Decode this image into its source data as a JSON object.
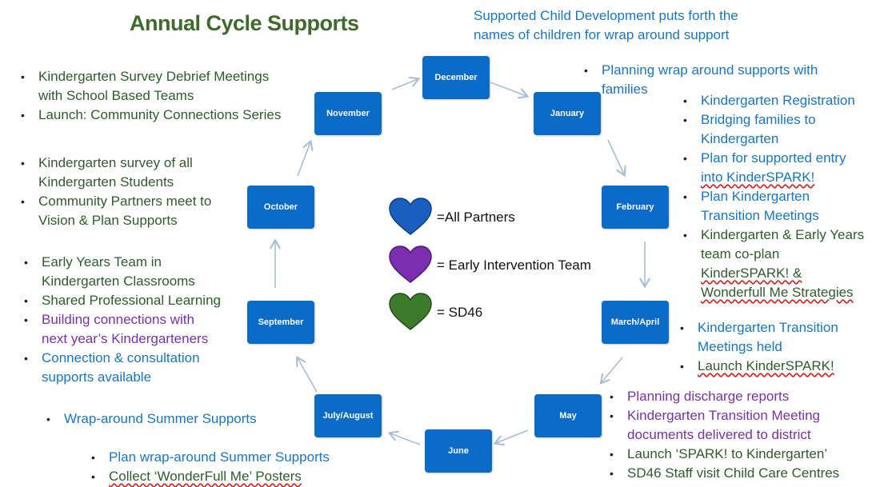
{
  "title": "Annual Cycle Supports",
  "months": {
    "december": "December",
    "january": "January",
    "february": "February",
    "march_april": "March/April",
    "may": "May",
    "june": "June",
    "july_august": "July/August",
    "september": "September",
    "october": "October",
    "november": "November"
  },
  "legend": {
    "all_partners": "=All Partners",
    "early_intervention": "= Early Intervention Team",
    "sd46": "= SD46",
    "colors": {
      "all_partners": "#1a5fc0",
      "early_intervention": "#7b2fb0",
      "sd46": "#3c7a2c"
    }
  },
  "top_note": {
    "line1": "Supported Child Development puts forth the",
    "line2": "names of children for wrap around support"
  },
  "december_bullets": [
    "Planning wrap around supports with",
    "families"
  ],
  "january_bullets": [
    "Kindergarten Registration",
    "Bridging families to",
    "Kindergarten",
    "Plan for supported entry",
    "into KinderSPARK!",
    "Plan Kindergarten",
    "Transition Meetings",
    "Kindergarten & Early Years",
    "team co-plan",
    "KinderSPARK! &",
    "Wonderfull Me Strategies"
  ],
  "march_bullets": [
    "Kindergarten Transition",
    "Meetings held",
    "Launch KinderSPARK!"
  ],
  "may_bullets": [
    "Planning discharge reports",
    "Kindergarten Transition Meeting",
    "documents delivered to district",
    "Launch ‘SPARK! to Kindergarten’",
    "SD46 Staff visit Child Care Centres"
  ],
  "november_bullets": [
    "Kindergarten Survey Debrief Meetings",
    "with School Based Teams",
    "Launch: Community Connections Series"
  ],
  "october_bullets": [
    "Kindergarten survey of all",
    "Kindergarten Students",
    "Community Partners meet to",
    "Vision & Plan Supports"
  ],
  "september_bullets": [
    "Early Years Team in",
    "Kindergarten Classrooms",
    "Shared Professional Learning",
    "Building connections with",
    "next year’s Kindergarteners",
    "Connection & consultation",
    "supports available"
  ],
  "july_bullets": [
    "Wrap-around Summer Supports"
  ],
  "june_bullets": [
    "Plan wrap-around Summer Supports",
    "Collect ‘WonderFull Me’ Posters"
  ]
}
